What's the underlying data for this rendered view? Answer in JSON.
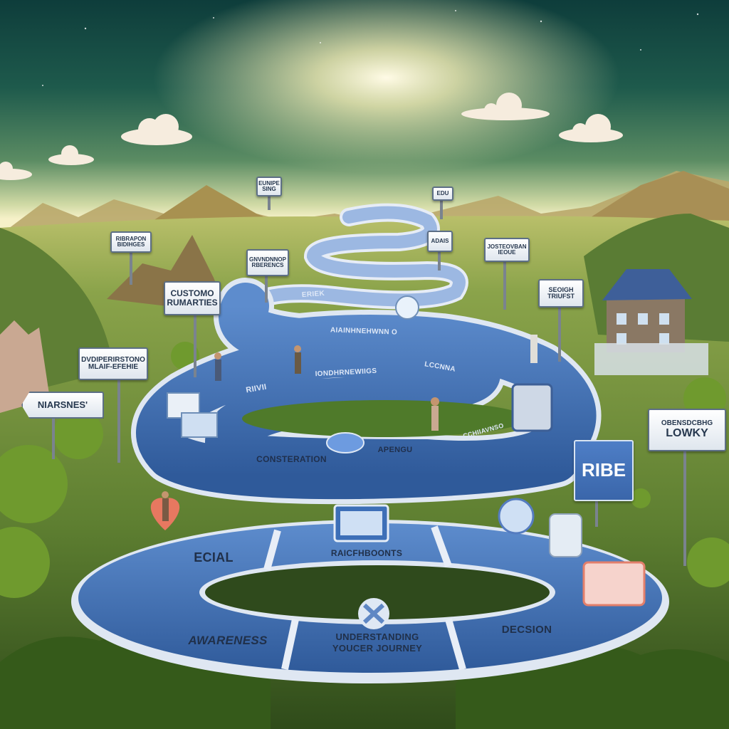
{
  "signs": {
    "s1": [
      "RIBRAPON",
      "BIDIHGES"
    ],
    "s2": [
      "CUSTOMO",
      "RUMARTIES"
    ],
    "s3": [
      "DVDIPERIRSTONO",
      "MLAIF-EFEHIE"
    ],
    "s4": "NIARSNES'",
    "s5": [
      "GNVNDNNOP",
      "RBERENCS"
    ],
    "s6": [
      "EUNIPE",
      "SING"
    ],
    "s7": "EDU",
    "s8": "ADAIS",
    "s9": [
      "JOSTEOVBAN",
      "IEOUE"
    ],
    "s10": [
      "SEOIGH",
      "TRIUFST"
    ],
    "s11": [
      "OBENSDCBHG",
      "LOWKY"
    ],
    "s12": "RIBE"
  },
  "road_upper": {
    "l1": "ERIEK",
    "l2": "AIAINHNEHWNN O",
    "l3": "IONDHRNEWIIGS",
    "l4": "LCCNNA",
    "l5": "RIIVII",
    "l6": "CONSTERATION",
    "l7": "APENGU",
    "l8": "CCHIIAVNSO"
  },
  "road_lower": {
    "l1": "ECIAL",
    "l2": "RAICFHBOONTS",
    "l3": "AWARENESS",
    "l4": [
      "UNDERSTANDING",
      "YOUCER JOURNEY"
    ],
    "l5": "DECSION"
  },
  "colors": {
    "sky_top": "#0f3f3a",
    "horizon": "#f6f1c8",
    "grass": "#6f8e3c",
    "road_blue": "#3f6fb4",
    "road_edge": "#dfe7f2"
  }
}
